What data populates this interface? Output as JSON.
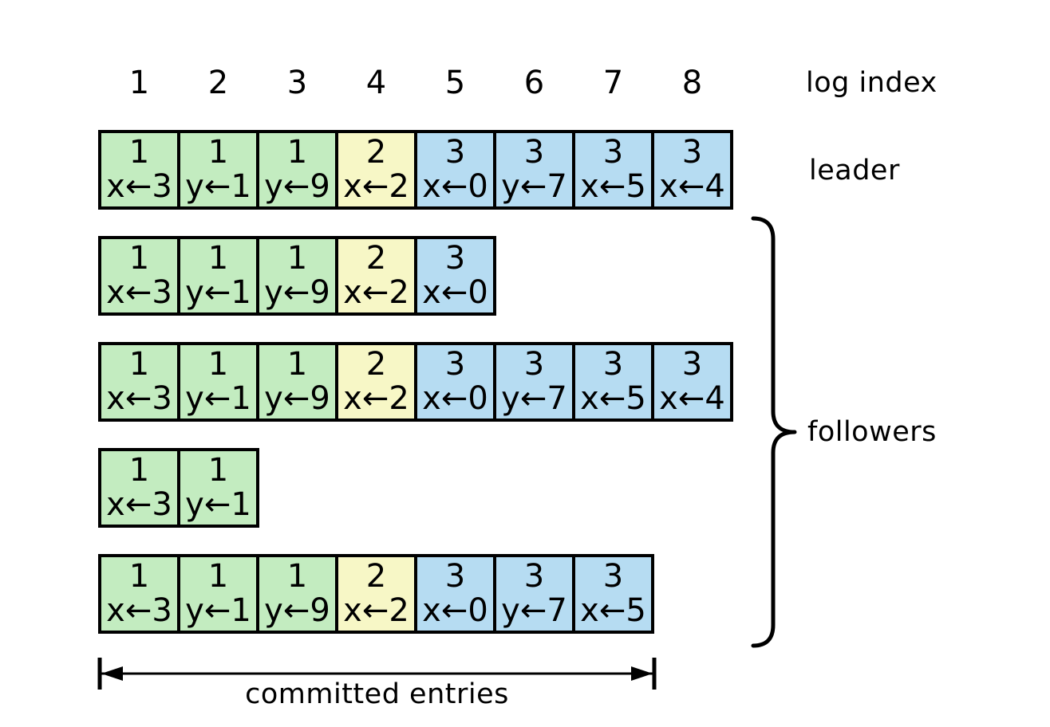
{
  "colors": {
    "term1_fill": "#c3ecc0",
    "term2_fill": "#f7f7c6",
    "term3_fill": "#b6dcf2",
    "border": "#000000",
    "background": "#ffffff"
  },
  "log_index": {
    "title": "log index",
    "indices": [
      "1",
      "2",
      "3",
      "4",
      "5",
      "6",
      "7",
      "8"
    ]
  },
  "leader": {
    "label": "leader",
    "entries": [
      {
        "term": "1",
        "command": "x←3"
      },
      {
        "term": "1",
        "command": "y←1"
      },
      {
        "term": "1",
        "command": "y←9"
      },
      {
        "term": "2",
        "command": "x←2"
      },
      {
        "term": "3",
        "command": "x←0"
      },
      {
        "term": "3",
        "command": "y←7"
      },
      {
        "term": "3",
        "command": "x←5"
      },
      {
        "term": "3",
        "command": "x←4"
      }
    ]
  },
  "followers": {
    "label": "followers",
    "rows": [
      {
        "entries": [
          {
            "term": "1",
            "command": "x←3"
          },
          {
            "term": "1",
            "command": "y←1"
          },
          {
            "term": "1",
            "command": "y←9"
          },
          {
            "term": "2",
            "command": "x←2"
          },
          {
            "term": "3",
            "command": "x←0"
          }
        ]
      },
      {
        "entries": [
          {
            "term": "1",
            "command": "x←3"
          },
          {
            "term": "1",
            "command": "y←1"
          },
          {
            "term": "1",
            "command": "y←9"
          },
          {
            "term": "2",
            "command": "x←2"
          },
          {
            "term": "3",
            "command": "x←0"
          },
          {
            "term": "3",
            "command": "y←7"
          },
          {
            "term": "3",
            "command": "x←5"
          },
          {
            "term": "3",
            "command": "x←4"
          }
        ]
      },
      {
        "entries": [
          {
            "term": "1",
            "command": "x←3"
          },
          {
            "term": "1",
            "command": "y←1"
          }
        ]
      },
      {
        "entries": [
          {
            "term": "1",
            "command": "x←3"
          },
          {
            "term": "1",
            "command": "y←1"
          },
          {
            "term": "1",
            "command": "y←9"
          },
          {
            "term": "2",
            "command": "x←2"
          },
          {
            "term": "3",
            "command": "x←0"
          },
          {
            "term": "3",
            "command": "y←7"
          },
          {
            "term": "3",
            "command": "x←5"
          }
        ]
      }
    ]
  },
  "committed": {
    "label": "committed entries"
  }
}
